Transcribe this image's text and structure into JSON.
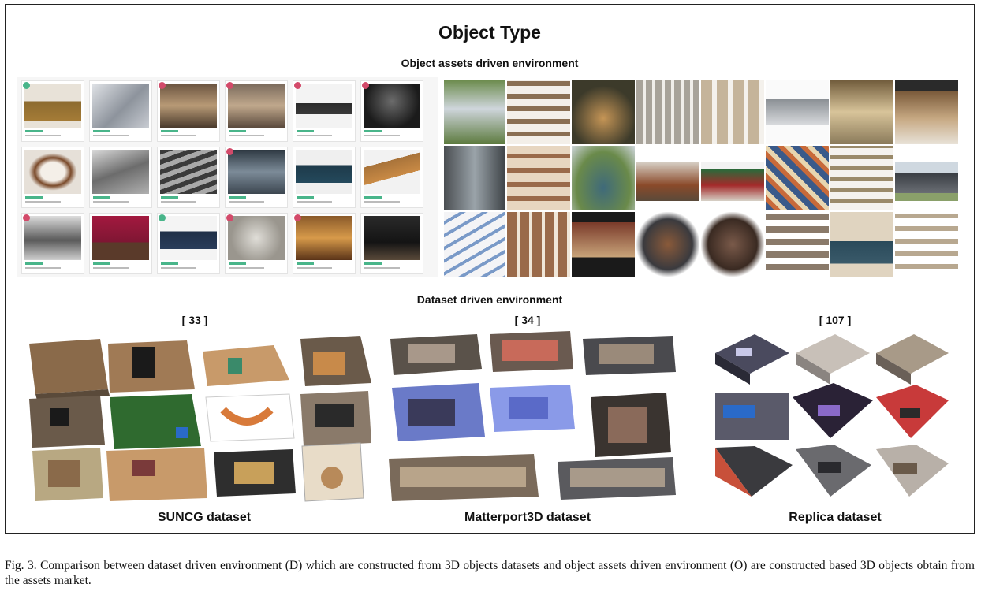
{
  "figure": {
    "title": "Object Type",
    "sections": {
      "object_assets": "Object assets driven environment",
      "dataset": "Dataset driven environment"
    },
    "refs": [
      "[ 33 ]",
      "[ 34 ]",
      "[ 107 ]"
    ],
    "dataset_labels": [
      "SUNCG dataset",
      "Matterport3D dataset",
      "Replica dataset"
    ]
  },
  "caption": {
    "text": "Fig. 3.  Comparison between dataset driven environment (D) which are constructed from 3D objects datasets and object assets driven environment (O) are constructed based 3D objects obtain from the assets market."
  }
}
